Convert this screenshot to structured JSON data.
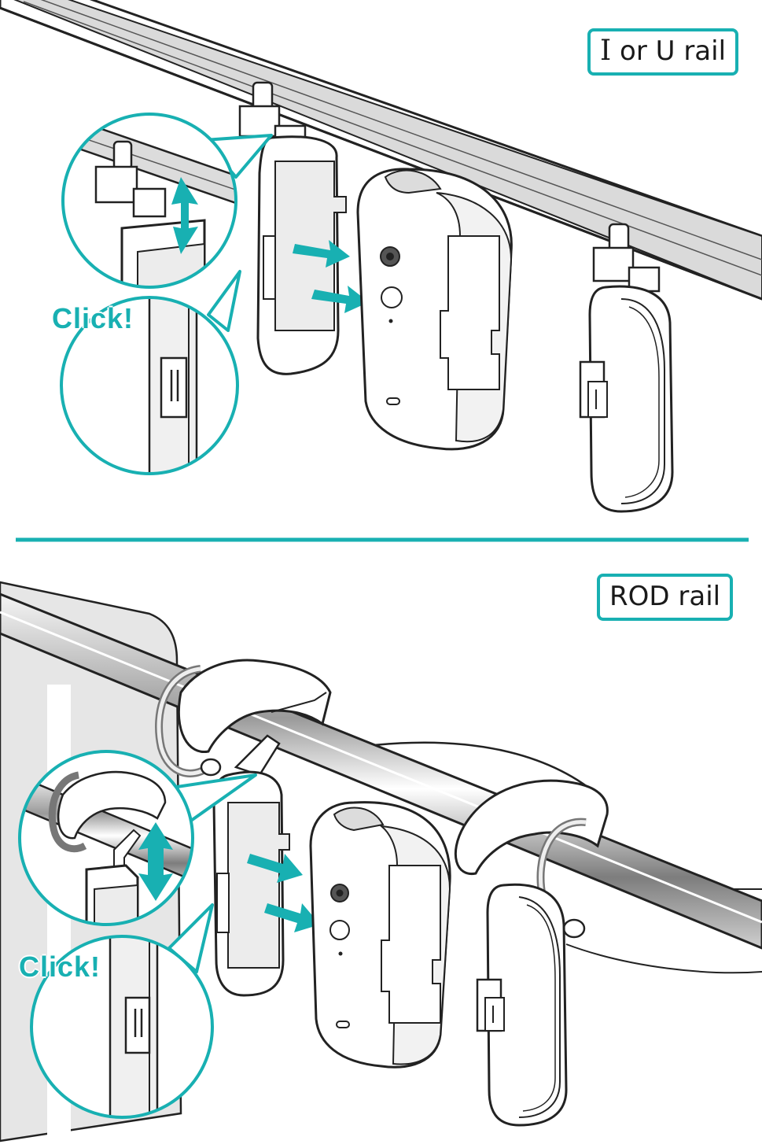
{
  "colors": {
    "accent": "#18b0b2",
    "outline": "#222222",
    "fill": "#ffffff",
    "shade": "#e6e6e6",
    "rail_shade": "#d9d9d9"
  },
  "top_panel": {
    "rail_label_glyph": "I",
    "rail_label_text": " or U rail",
    "click_label": "Click!"
  },
  "bottom_panel": {
    "rail_label": "ROD rail",
    "click_label": "Click!"
  }
}
